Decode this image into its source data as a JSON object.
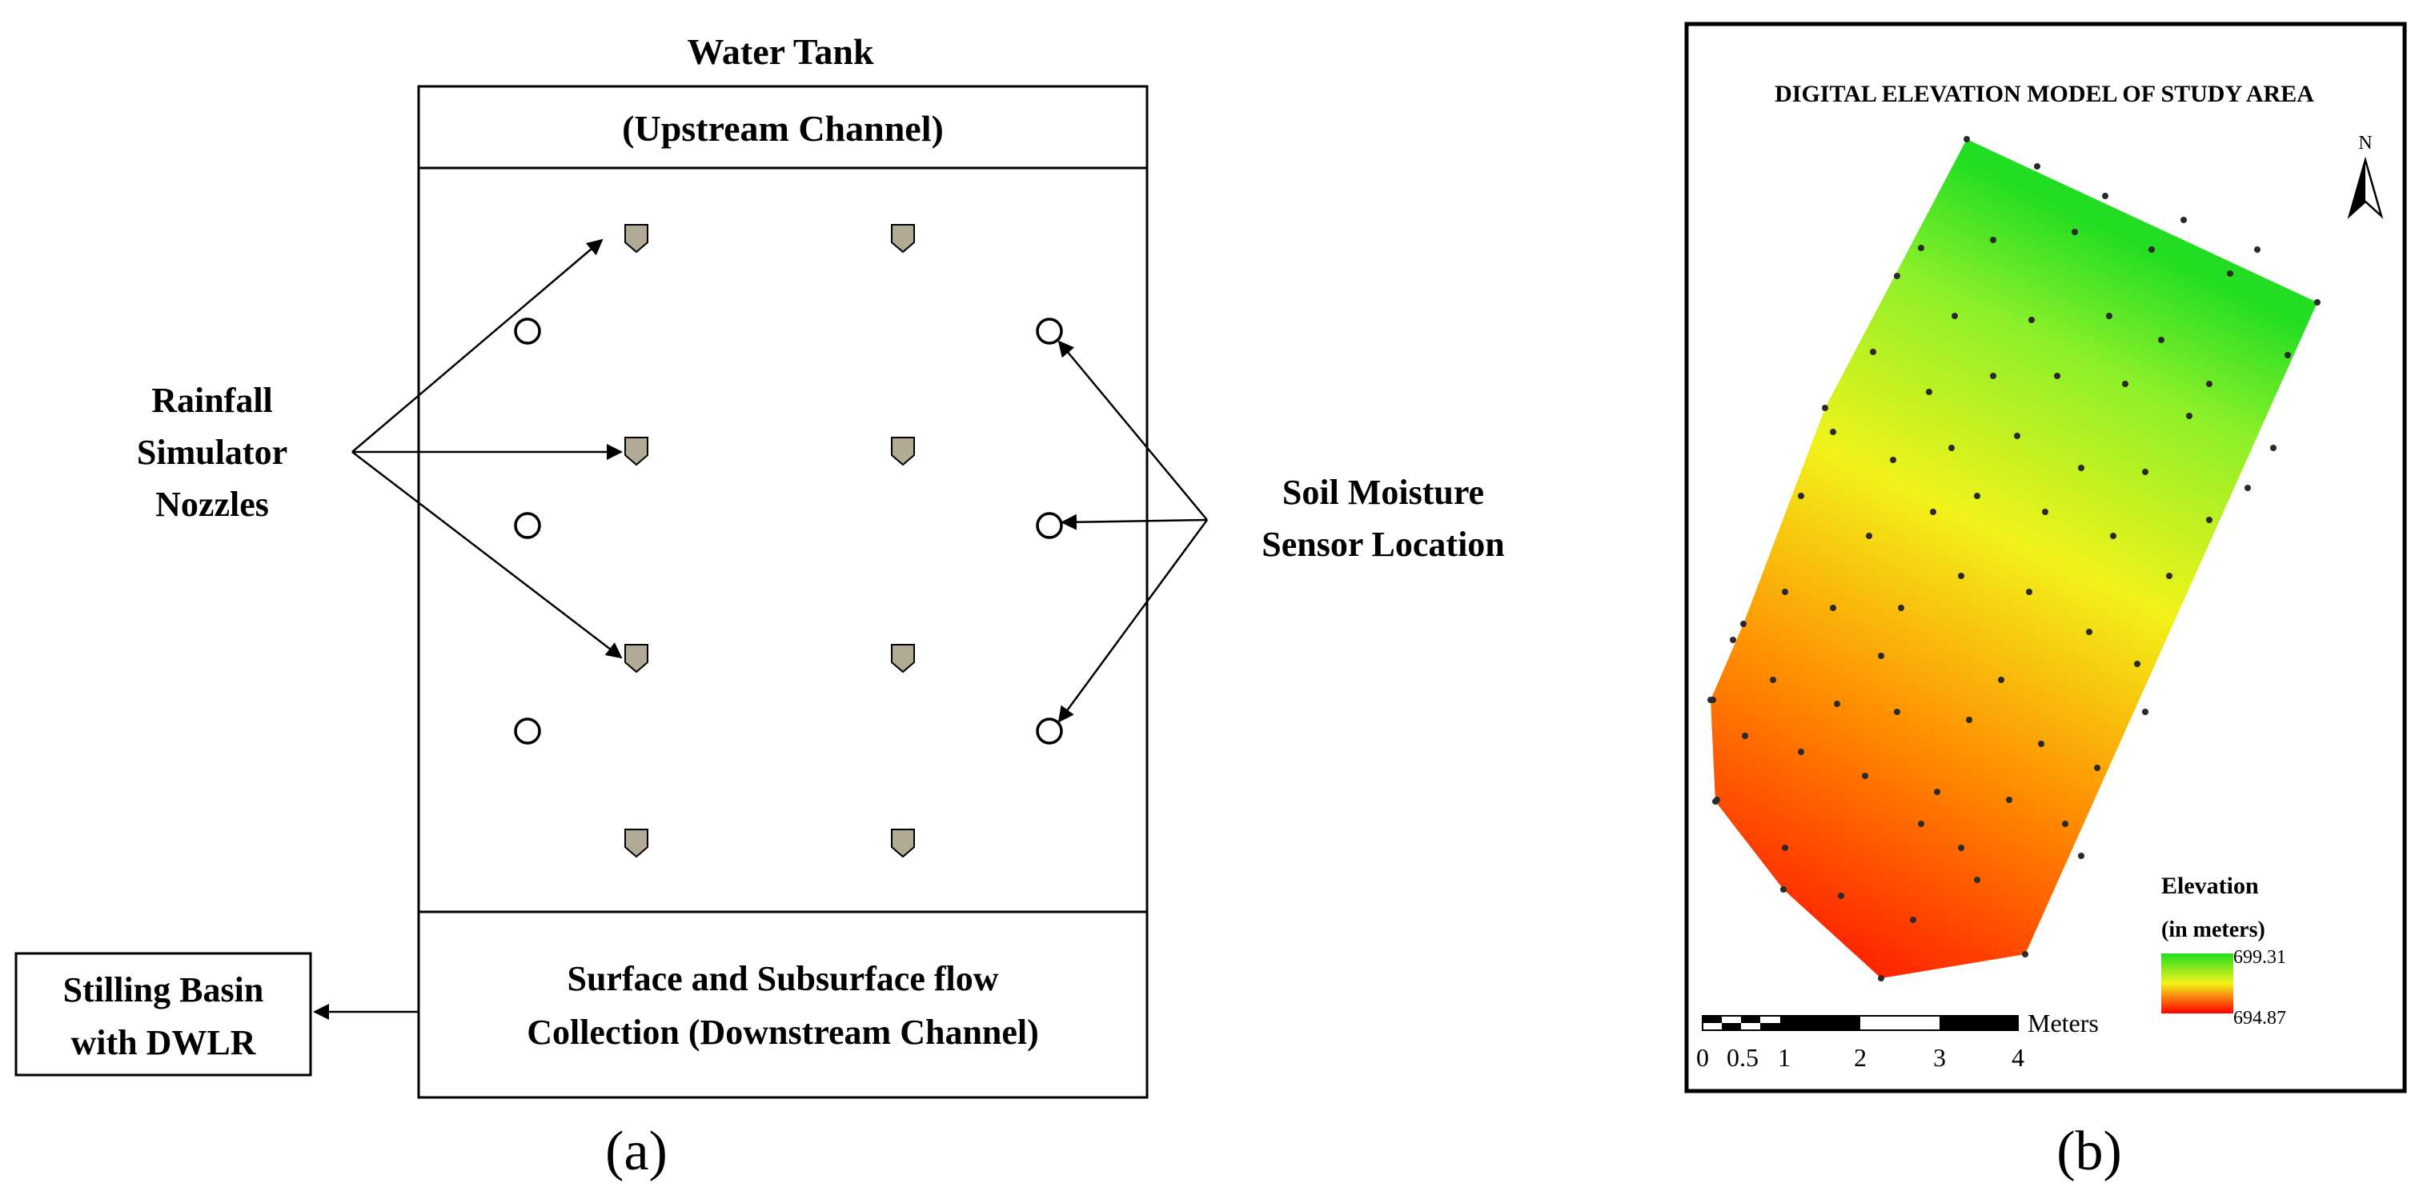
{
  "panel_a": {
    "caption": "(a)",
    "water_tank_label": "Water Tank",
    "upstream_channel_label": "(Upstream Channel)",
    "rainfall_label": [
      "Rainfall",
      "Simulator",
      "Nozzles"
    ],
    "soil_label": [
      "Soil Moisture",
      "Sensor Location"
    ],
    "downstream_label": [
      "Surface and Subsurface flow",
      "Collection (Downstream Channel)"
    ],
    "stilling_label": [
      "Stilling Basin",
      "with DWLR"
    ],
    "colors": {
      "nozzle_fill": "#b3aa96",
      "line": "#000000"
    }
  },
  "panel_b": {
    "caption": "(b)",
    "map_title": "DIGITAL ELEVATION MODEL OF STUDY AREA",
    "north_label": "N",
    "legend_title": "Elevation",
    "legend_subtitle": "(in meters)",
    "legend_max": "699.31",
    "legend_min": "694.87",
    "scale_unit": "Meters",
    "scale_ticks": [
      "0",
      "0.5",
      "1",
      "2",
      "3",
      "4"
    ],
    "colors": {
      "high": "#22dd22",
      "mid": "#f2f21a",
      "low": "#ff0000"
    }
  }
}
